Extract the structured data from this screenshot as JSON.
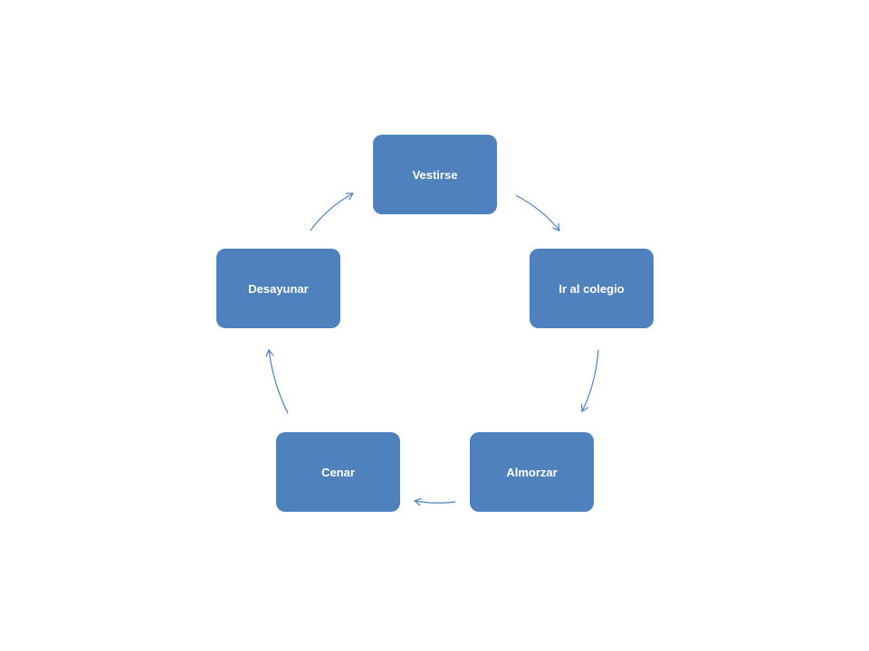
{
  "diagram": {
    "type": "cycle",
    "accent_color": "#4f81bd",
    "text_color": "#ffffff",
    "background": "#ffffff",
    "nodes": [
      {
        "id": "vestirse",
        "label": "Vestirse"
      },
      {
        "id": "colegio",
        "label": "Ir al colegio"
      },
      {
        "id": "almorzar",
        "label": "Almorzar"
      },
      {
        "id": "cenar",
        "label": "Cenar"
      },
      {
        "id": "desayunar",
        "label": "Desayunar"
      }
    ],
    "edges": [
      {
        "from": "vestirse",
        "to": "colegio"
      },
      {
        "from": "colegio",
        "to": "almorzar"
      },
      {
        "from": "almorzar",
        "to": "cenar"
      },
      {
        "from": "cenar",
        "to": "desayunar"
      },
      {
        "from": "desayunar",
        "to": "vestirse"
      }
    ]
  }
}
